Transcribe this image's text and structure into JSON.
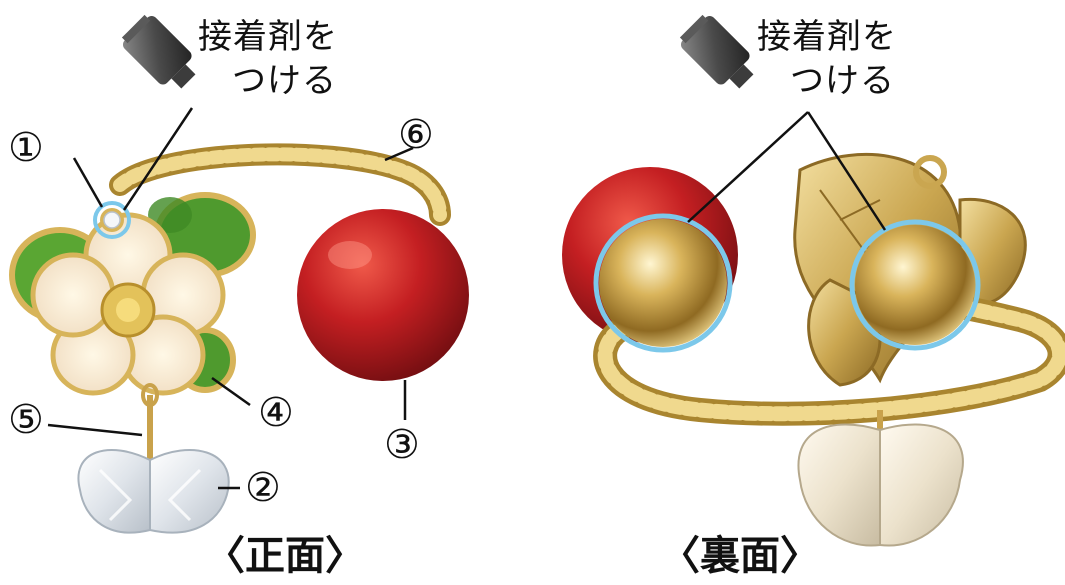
{
  "front": {
    "view_label": "〈正面〉",
    "glue_label_line1": "接着剤を",
    "glue_label_line2": "つける",
    "callouts": [
      "①",
      "②",
      "③",
      "④",
      "⑤",
      "⑥"
    ]
  },
  "back": {
    "view_label": "〈裏面〉",
    "glue_label_line1": "接着剤を",
    "glue_label_line2": "つける"
  },
  "colors": {
    "highlight_ring": "#7cc8ea",
    "gold": "#d7b45a",
    "pearl_red": "#c41f22",
    "leaf_green": "#4f9a2e"
  }
}
